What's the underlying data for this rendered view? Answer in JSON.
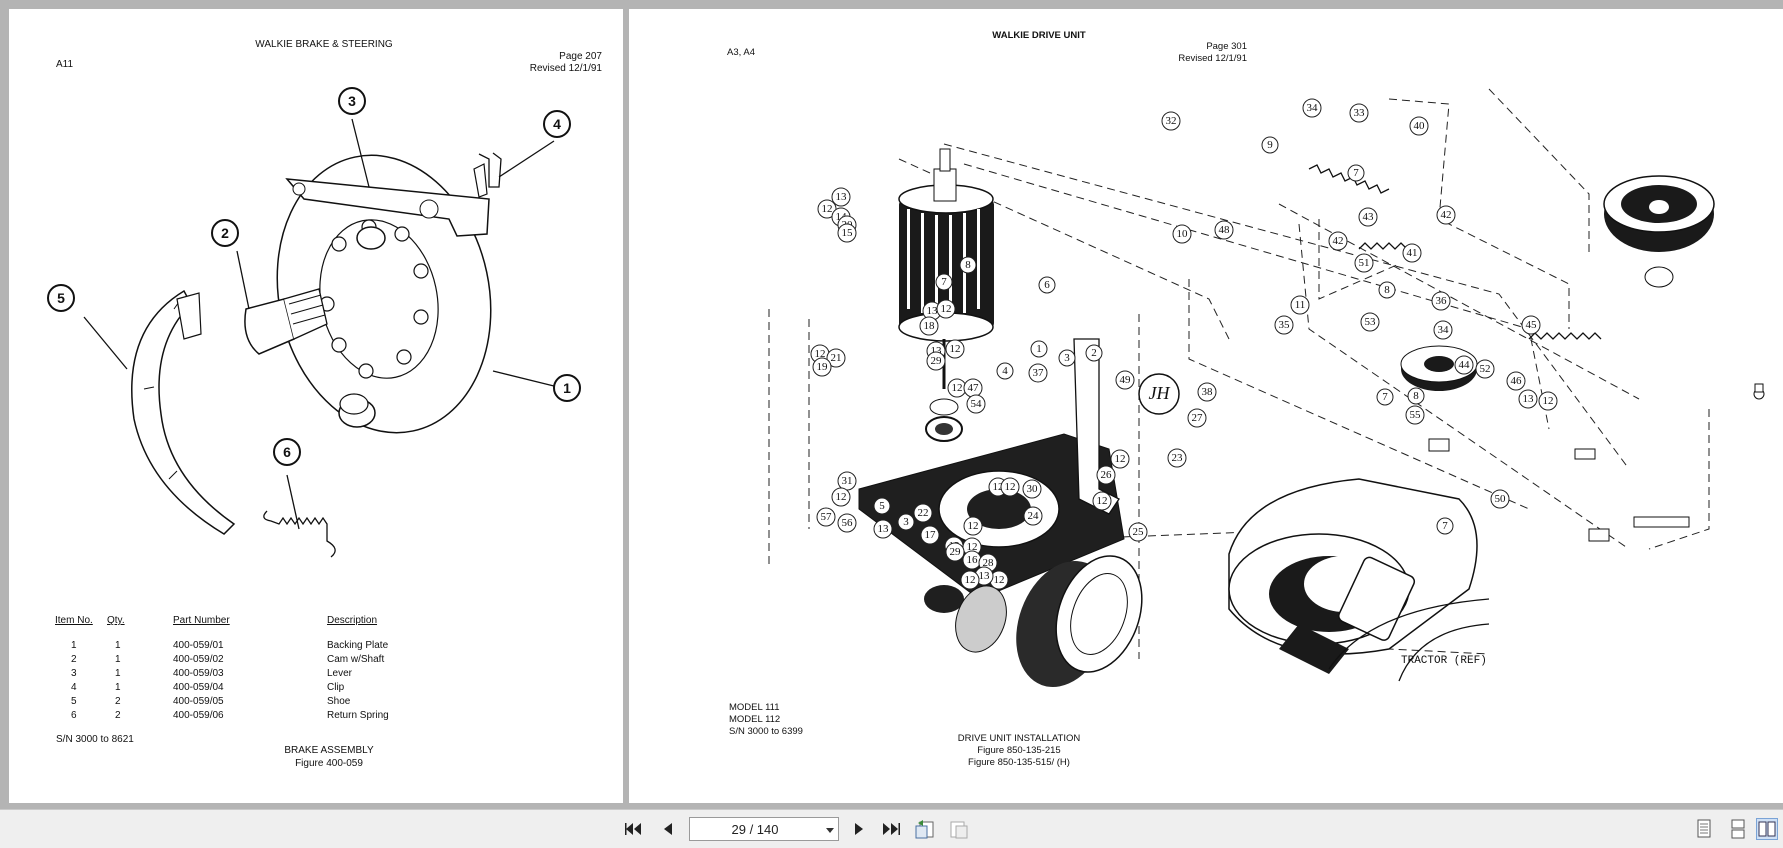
{
  "left_page": {
    "title": "WALKIE BRAKE & STEERING",
    "code": "A11",
    "page": "Page 207",
    "revised": "Revised 12/1/91",
    "callouts": [
      "1",
      "2",
      "3",
      "4",
      "5",
      "6"
    ],
    "table": {
      "headers": [
        "Item No.",
        "Qty.",
        "Part Number",
        "Description"
      ],
      "rows": [
        [
          "1",
          "1",
          "400-059/01",
          "Backing Plate"
        ],
        [
          "2",
          "1",
          "400-059/02",
          "Cam w/Shaft"
        ],
        [
          "3",
          "1",
          "400-059/03",
          "Lever"
        ],
        [
          "4",
          "1",
          "400-059/04",
          "Clip"
        ],
        [
          "5",
          "2",
          "400-059/05",
          "Shoe"
        ],
        [
          "6",
          "2",
          "400-059/06",
          "Return Spring"
        ]
      ]
    },
    "serial": "S/N 3000 to 8621",
    "caption": "BRAKE ASSEMBLY",
    "figure": "Figure 400-059"
  },
  "right_page": {
    "title": "WALKIE DRIVE UNIT",
    "code": "A3, A4",
    "page": "Page 301",
    "revised": "Revised 12/1/91",
    "model_1": "MODEL 111",
    "model_2": "MODEL 112",
    "serial": "S/N 3000 to 6399",
    "caption": "DRIVE UNIT INSTALLATION",
    "figure_1": "Figure 850-135-215",
    "figure_2": "Figure 850-135-515/ (H)",
    "tractor_label": "TRACTOR (REF)",
    "callouts": [
      "34",
      "33",
      "32",
      "9",
      "40",
      "7",
      "43",
      "42",
      "10",
      "48",
      "42",
      "51",
      "41",
      "12",
      "13",
      "14",
      "20",
      "15",
      "8",
      "7",
      "6",
      "11",
      "8",
      "36",
      "35",
      "53",
      "34",
      "45",
      "13",
      "12",
      "18",
      "1",
      "3",
      "2",
      "13",
      "12",
      "12",
      "21",
      "19",
      "29",
      "4",
      "37",
      "44",
      "52",
      "46",
      "13",
      "12",
      "12",
      "47",
      "54",
      "49",
      "38",
      "7",
      "8",
      "55",
      "27",
      "12",
      "26",
      "12",
      "25",
      "23",
      "31",
      "12",
      "12",
      "30",
      "24",
      "12",
      "22",
      "5",
      "3",
      "13",
      "12",
      "7",
      "57",
      "56",
      "50",
      "12",
      "17",
      "13",
      "29",
      "16",
      "28",
      "12",
      "13",
      "12"
    ]
  },
  "toolbar": {
    "page_indicator": "29 / 140"
  },
  "colors": {
    "page_bg": "#ffffff",
    "viewer_bg": "#b4b4b4",
    "toolbar_bg": "#efefef"
  }
}
